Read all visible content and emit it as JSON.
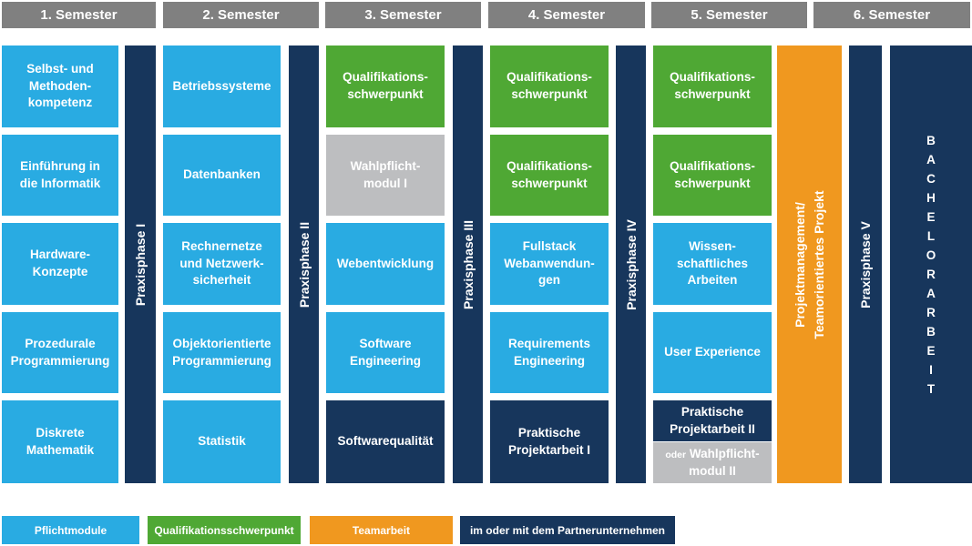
{
  "palette": {
    "pflichtmodule_blue": "#29ABE2",
    "qualifikation_green": "#4FA834",
    "teamarbeit_orange": "#F0981F",
    "partner_navy": "#17365C",
    "wahlpflicht_gray": "#BDBEC0",
    "header_gray": "#808080",
    "text_white": "#FFFFFF"
  },
  "semesters": [
    "1. Semester",
    "2. Semester",
    "3. Semester",
    "4. Semester",
    "5. Semester",
    "6. Semester"
  ],
  "columns": [
    {
      "semester": "1. Semester",
      "modules": [
        {
          "label": "Selbst- und\nMethoden-\nkompetenz",
          "type": "blue"
        },
        {
          "label": "Einführung in\ndie Informatik",
          "type": "blue"
        },
        {
          "label": "Hardware-\nKonzepte",
          "type": "blue"
        },
        {
          "label": "Prozedurale\nProgrammierung",
          "type": "blue"
        },
        {
          "label": "Diskrete\nMathematik",
          "type": "blue"
        }
      ]
    },
    {
      "semester": "2. Semester",
      "modules": [
        {
          "label": "Betriebssysteme",
          "type": "blue"
        },
        {
          "label": "Datenbanken",
          "type": "blue"
        },
        {
          "label": "Rechnernetze\nund Netzwerk-\nsicherheit",
          "type": "blue"
        },
        {
          "label": "Objektorientierte\nProgrammierung",
          "type": "blue"
        },
        {
          "label": "Statistik",
          "type": "blue"
        }
      ]
    },
    {
      "semester": "3. Semester",
      "modules": [
        {
          "label": "Qualifikations-\nschwerpunkt",
          "type": "green"
        },
        {
          "label": "Wahlpflicht-\nmodul I",
          "type": "gray"
        },
        {
          "label": "Webentwicklung",
          "type": "blue"
        },
        {
          "label": "Software\nEngineering",
          "type": "blue"
        },
        {
          "label": "Softwarequalität",
          "type": "navy"
        }
      ]
    },
    {
      "semester": "4. Semester",
      "modules": [
        {
          "label": "Qualifikations-\nschwerpunkt",
          "type": "green"
        },
        {
          "label": "Qualifikations-\nschwerpunkt",
          "type": "green"
        },
        {
          "label": "Fullstack\nWebanwendun-\ngen",
          "type": "blue"
        },
        {
          "label": "Requirements\nEngineering",
          "type": "blue"
        },
        {
          "label": "Praktische\nProjektarbeit I",
          "type": "navy"
        }
      ]
    },
    {
      "semester": "5. Semester",
      "modules": [
        {
          "label": "Qualifikations-\nschwerpunkt",
          "type": "green"
        },
        {
          "label": "Qualifikations-\nschwerpunkt",
          "type": "green"
        },
        {
          "label": "Wissen-\nschaftliches\nArbeiten",
          "type": "blue"
        },
        {
          "label": "User Experience",
          "type": "blue"
        },
        {
          "label": "Praktische\nProjektarbeit II",
          "type": "navy"
        },
        {
          "prefix": "oder",
          "label": "Wahlpflicht-\nmodul II",
          "type": "gray"
        }
      ]
    },
    {
      "semester": "6. Semester",
      "modules": []
    }
  ],
  "praxis": [
    "Praxisphase I",
    "Praxisphase II",
    "Praxisphase III",
    "Praxisphase IV",
    "Praxisphase V"
  ],
  "project_bar": {
    "label": "Projektmanagement/\nTeamorientiertes Projekt"
  },
  "bachelor": {
    "label": "BACHELORARBEIT",
    "stacked": "B\nA\nC\nH\nE\nL\nO\nR\nA\nR\nB\nE\nI\nT"
  },
  "legend": [
    {
      "label": "Pflichtmodule",
      "type": "blue"
    },
    {
      "label": "Qualifikationsschwerpunkt",
      "type": "green"
    },
    {
      "label": "Teamarbeit",
      "type": "orange"
    },
    {
      "label": "im oder mit dem Partnerunternehmen",
      "type": "navy"
    }
  ]
}
